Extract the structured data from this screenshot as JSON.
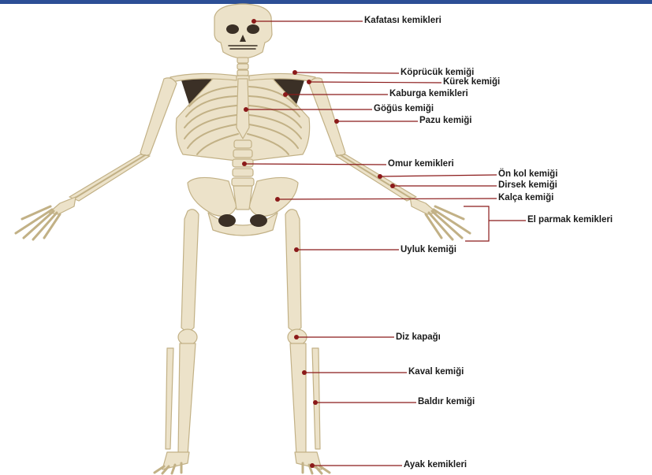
{
  "colors": {
    "top_bar": "#2c4f96",
    "bone": "#ece2c9",
    "bone_outline": "#c2b186",
    "dark_cavity": "#3b3026",
    "leader_line": "#8b1a1a",
    "text": "#1a1a1a"
  },
  "labels": {
    "skull": "Kafatası kemikleri",
    "clavicle": "Köprücük kemiği",
    "scapula": "Kürek kemiği",
    "ribs": "Kaburga kemikleri",
    "sternum": "Göğüs kemiği",
    "humerus": "Pazu kemiği",
    "vertebrae": "Omur kemikleri",
    "radius": "Ön kol kemiği",
    "ulna": "Dirsek kemiği",
    "pelvis": "Kalça kemiği",
    "phalanges": "El parmak kemikleri",
    "femur": "Uyluk kemiği",
    "patella": "Diz kapağı",
    "tibia": "Kaval kemiği",
    "fibula": "Baldır kemiği",
    "foot": "Ayak kemikleri"
  }
}
